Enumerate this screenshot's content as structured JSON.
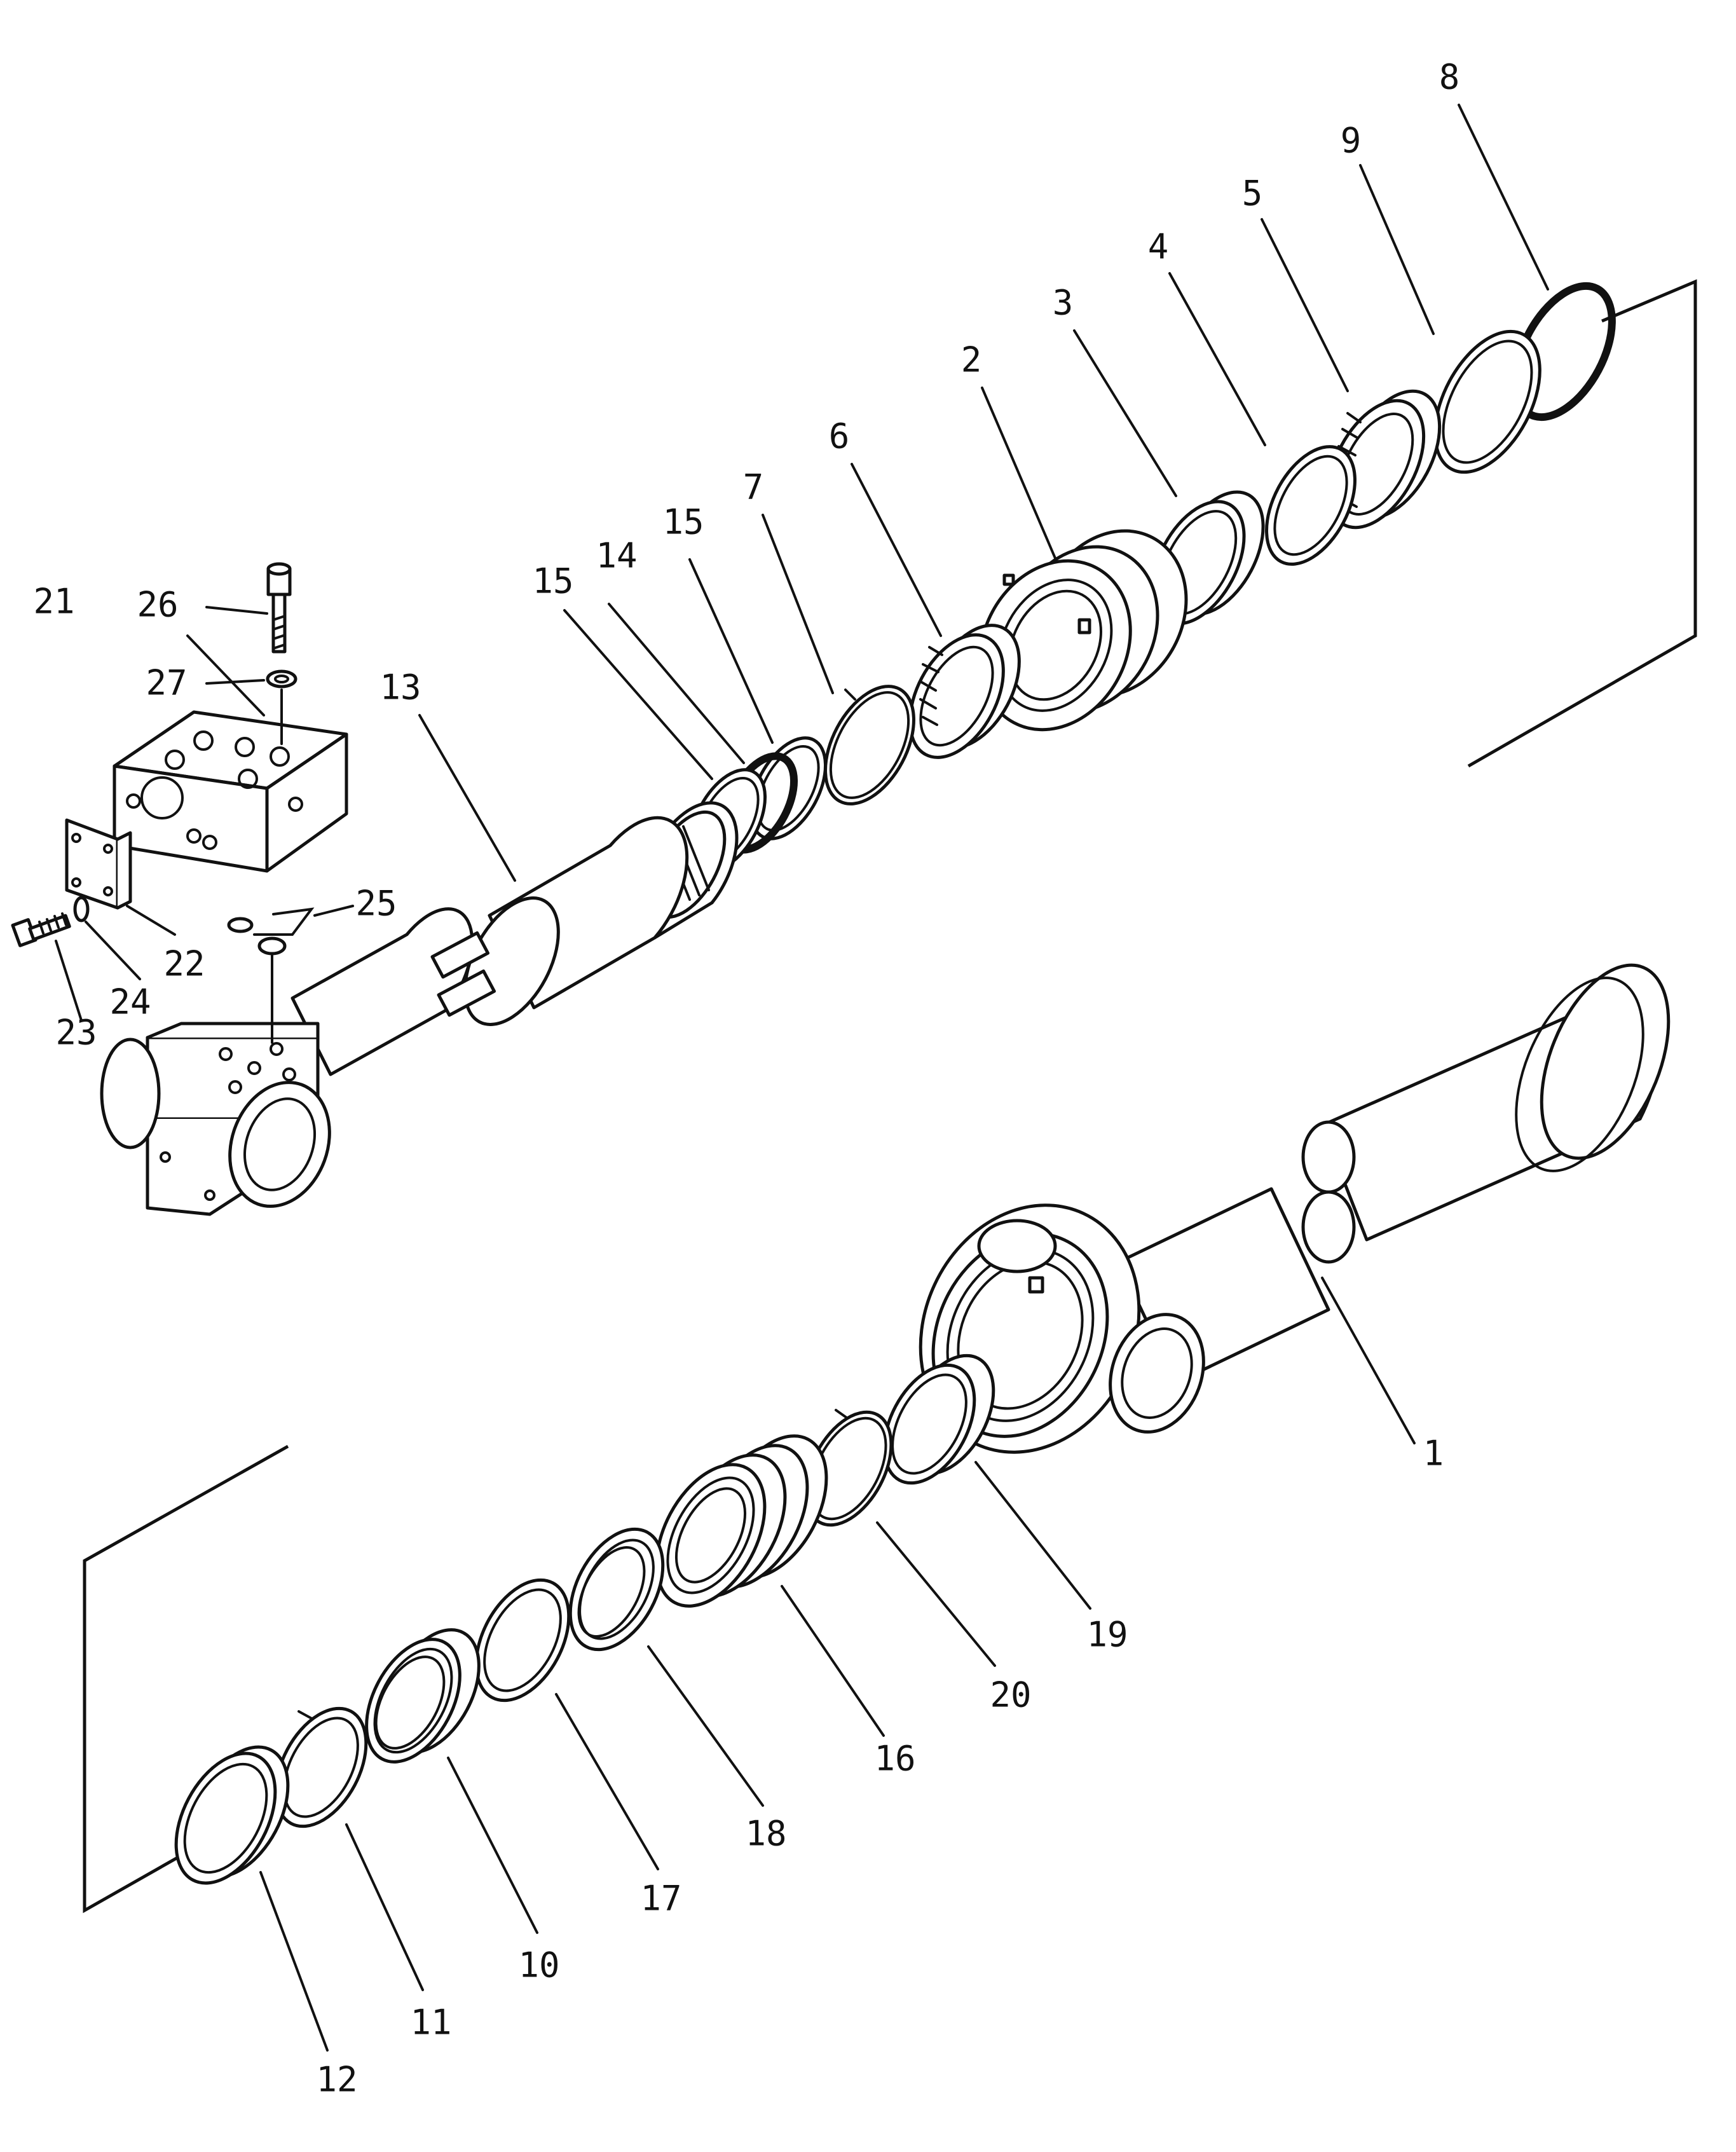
{
  "figure": {
    "kind": "exploded parts diagram",
    "line_color": "#111111",
    "background": "#ffffff"
  },
  "callouts": {
    "p1": "1",
    "p2": "2",
    "p3": "3",
    "p4": "4",
    "p5": "5",
    "p6": "6",
    "p7": "7",
    "p8": "8",
    "p9": "9",
    "p10": "10",
    "p11": "11",
    "p12": "12",
    "p13": "13",
    "p14": "14",
    "p15a": "15",
    "p15b": "15",
    "p16": "16",
    "p17": "17",
    "p18": "18",
    "p19": "19",
    "p20": "20",
    "p21": "21",
    "p22": "22",
    "p23": "23",
    "p24": "24",
    "p25": "25",
    "p26": "26",
    "p27": "27"
  }
}
